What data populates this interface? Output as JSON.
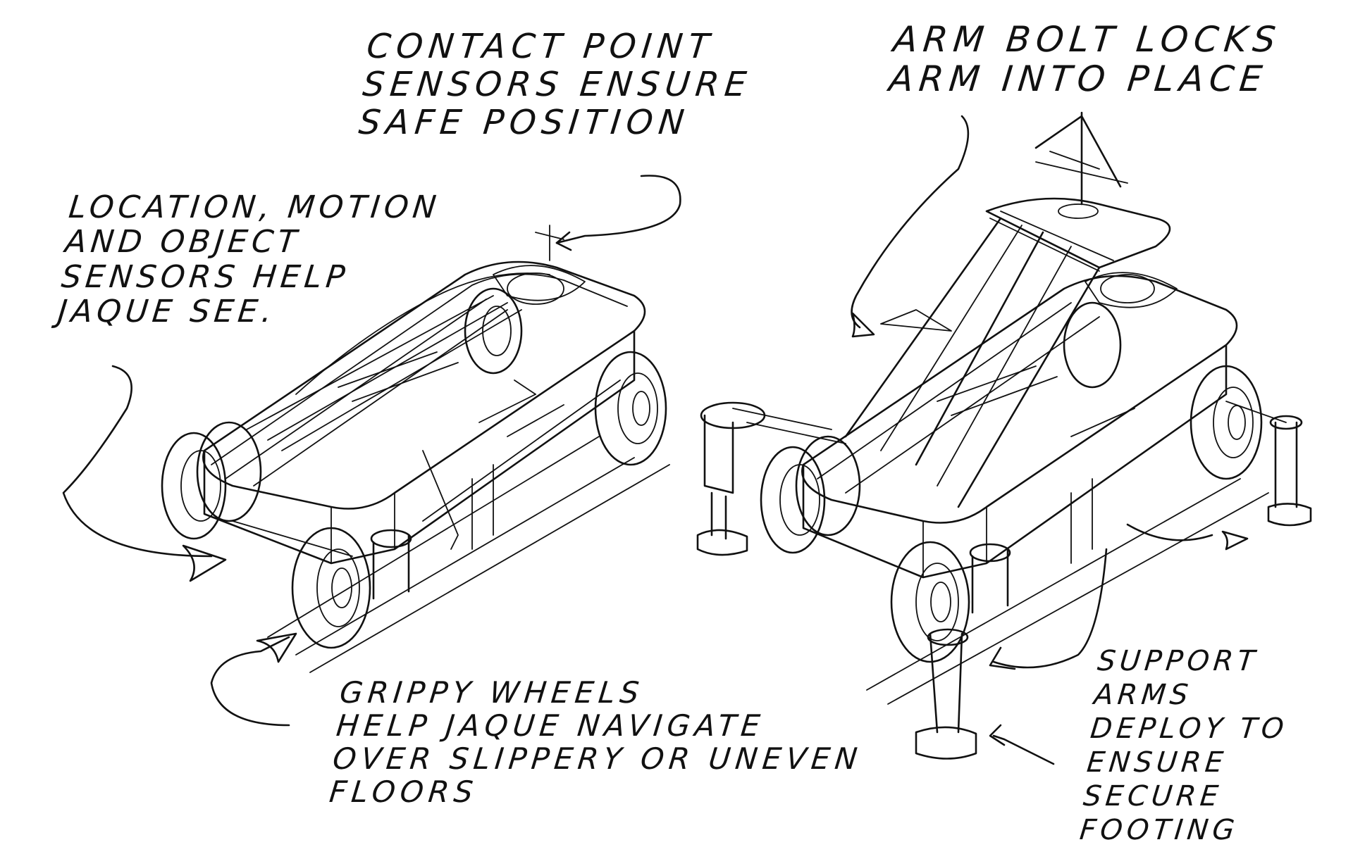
{
  "annotations": {
    "contact_point": "CONTACT POINT\nSENSORS ENSURE\nSAFE POSITION",
    "location": "LOCATION, MOTION\nAND OBJECT\nSENSORS HELP\nJAQUE SEE.",
    "arm_bolt": "ARM BOLT LOCKS\nARM INTO PLACE",
    "wheels": "GRIPPY WHEELS\nHELP JAQUE NAVIGATE\nOVER SLIPPERY OR UNEVEN\nFLOORS",
    "support": "SUPPORT\nARMS\nDEPLOY TO\nENSURE\nSECURE FOOTING"
  },
  "colors": {
    "ink": "#111111",
    "paper": "#ffffff"
  }
}
